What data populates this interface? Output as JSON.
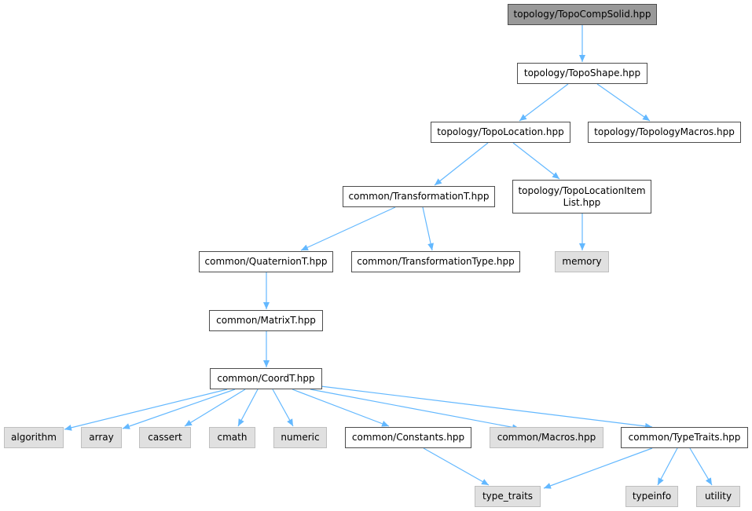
{
  "colors": {
    "edge": "#63b8ff",
    "node_border": "#4d4d4d",
    "root_fill": "#999999",
    "external_fill": "#e0e0e0",
    "external_border": "#bfbfbf"
  },
  "nodes": {
    "topocompsolid": "topology/TopoCompSolid.hpp",
    "toposhape": "topology/TopoShape.hpp",
    "topolocation": "topology/TopoLocation.hpp",
    "topologymacros": "topology/TopologyMacros.hpp",
    "transformationt": "common/TransformationT.hpp",
    "topolocationitemlist": "topology/TopoLocationItem\nList.hpp",
    "quaterniont": "common/QuaternionT.hpp",
    "transformationtype": "common/TransformationType.hpp",
    "memory": "memory",
    "matrixt": "common/MatrixT.hpp",
    "coordt": "common/CoordT.hpp",
    "algorithm": "algorithm",
    "array": "array",
    "cassert": "cassert",
    "cmath": "cmath",
    "numeric": "numeric",
    "constants": "common/Constants.hpp",
    "macros": "common/Macros.hpp",
    "typetraits": "common/TypeTraits.hpp",
    "type_traits": "type_traits",
    "typeinfo": "typeinfo",
    "utility": "utility"
  }
}
